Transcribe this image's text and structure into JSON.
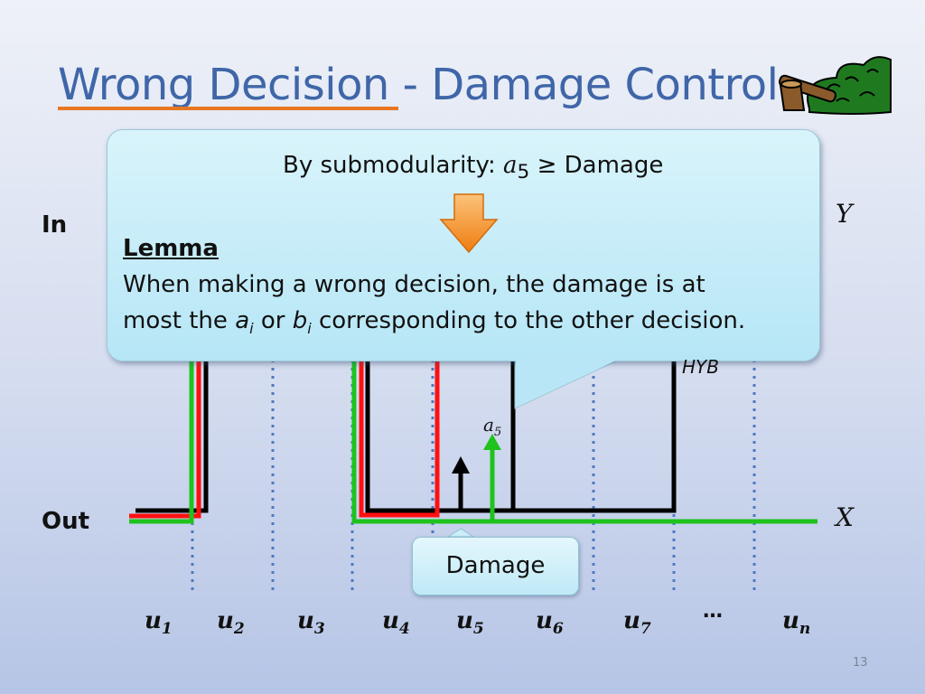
{
  "title": {
    "underlined": "Wrong Decision ",
    "rest": "- Damage Control"
  },
  "callout": {
    "prefix": "By submodularity: ",
    "var": "a",
    "var_sub": "5",
    "suffix": " ≥ Damage",
    "lemma_title": "Lemma",
    "line1": "When making a wrong decision, the damage is at",
    "line2_pre": "most the ",
    "line2_a": "a",
    "line2_a_sub": "i",
    "line2_or": " or ",
    "line2_b": "b",
    "line2_b_sub": "i",
    "line2_post": " corresponding to the other decision."
  },
  "labels": {
    "in": "In",
    "out": "Out",
    "y": "Y",
    "x": "X",
    "hyb": "HYB",
    "a5": "a",
    "a5_sub": "5",
    "damage": "Damage",
    "ellipsis": "…"
  },
  "u_labels": [
    {
      "base": "u",
      "sub": "1"
    },
    {
      "base": "u",
      "sub": "2"
    },
    {
      "base": "u",
      "sub": "3"
    },
    {
      "base": "u",
      "sub": "4"
    },
    {
      "base": "u",
      "sub": "5"
    },
    {
      "base": "u",
      "sub": "6"
    },
    {
      "base": "u",
      "sub": "7"
    },
    {
      "base": "u",
      "sub": "n"
    }
  ],
  "page_number": "13",
  "colors": {
    "title": "#3f66a8",
    "underline": "#e87722",
    "green_line": "#1ec31e",
    "red_line": "#ff1010",
    "black_line": "#000000",
    "dotted": "#4f79c2",
    "arrow": "#f08a1e"
  }
}
